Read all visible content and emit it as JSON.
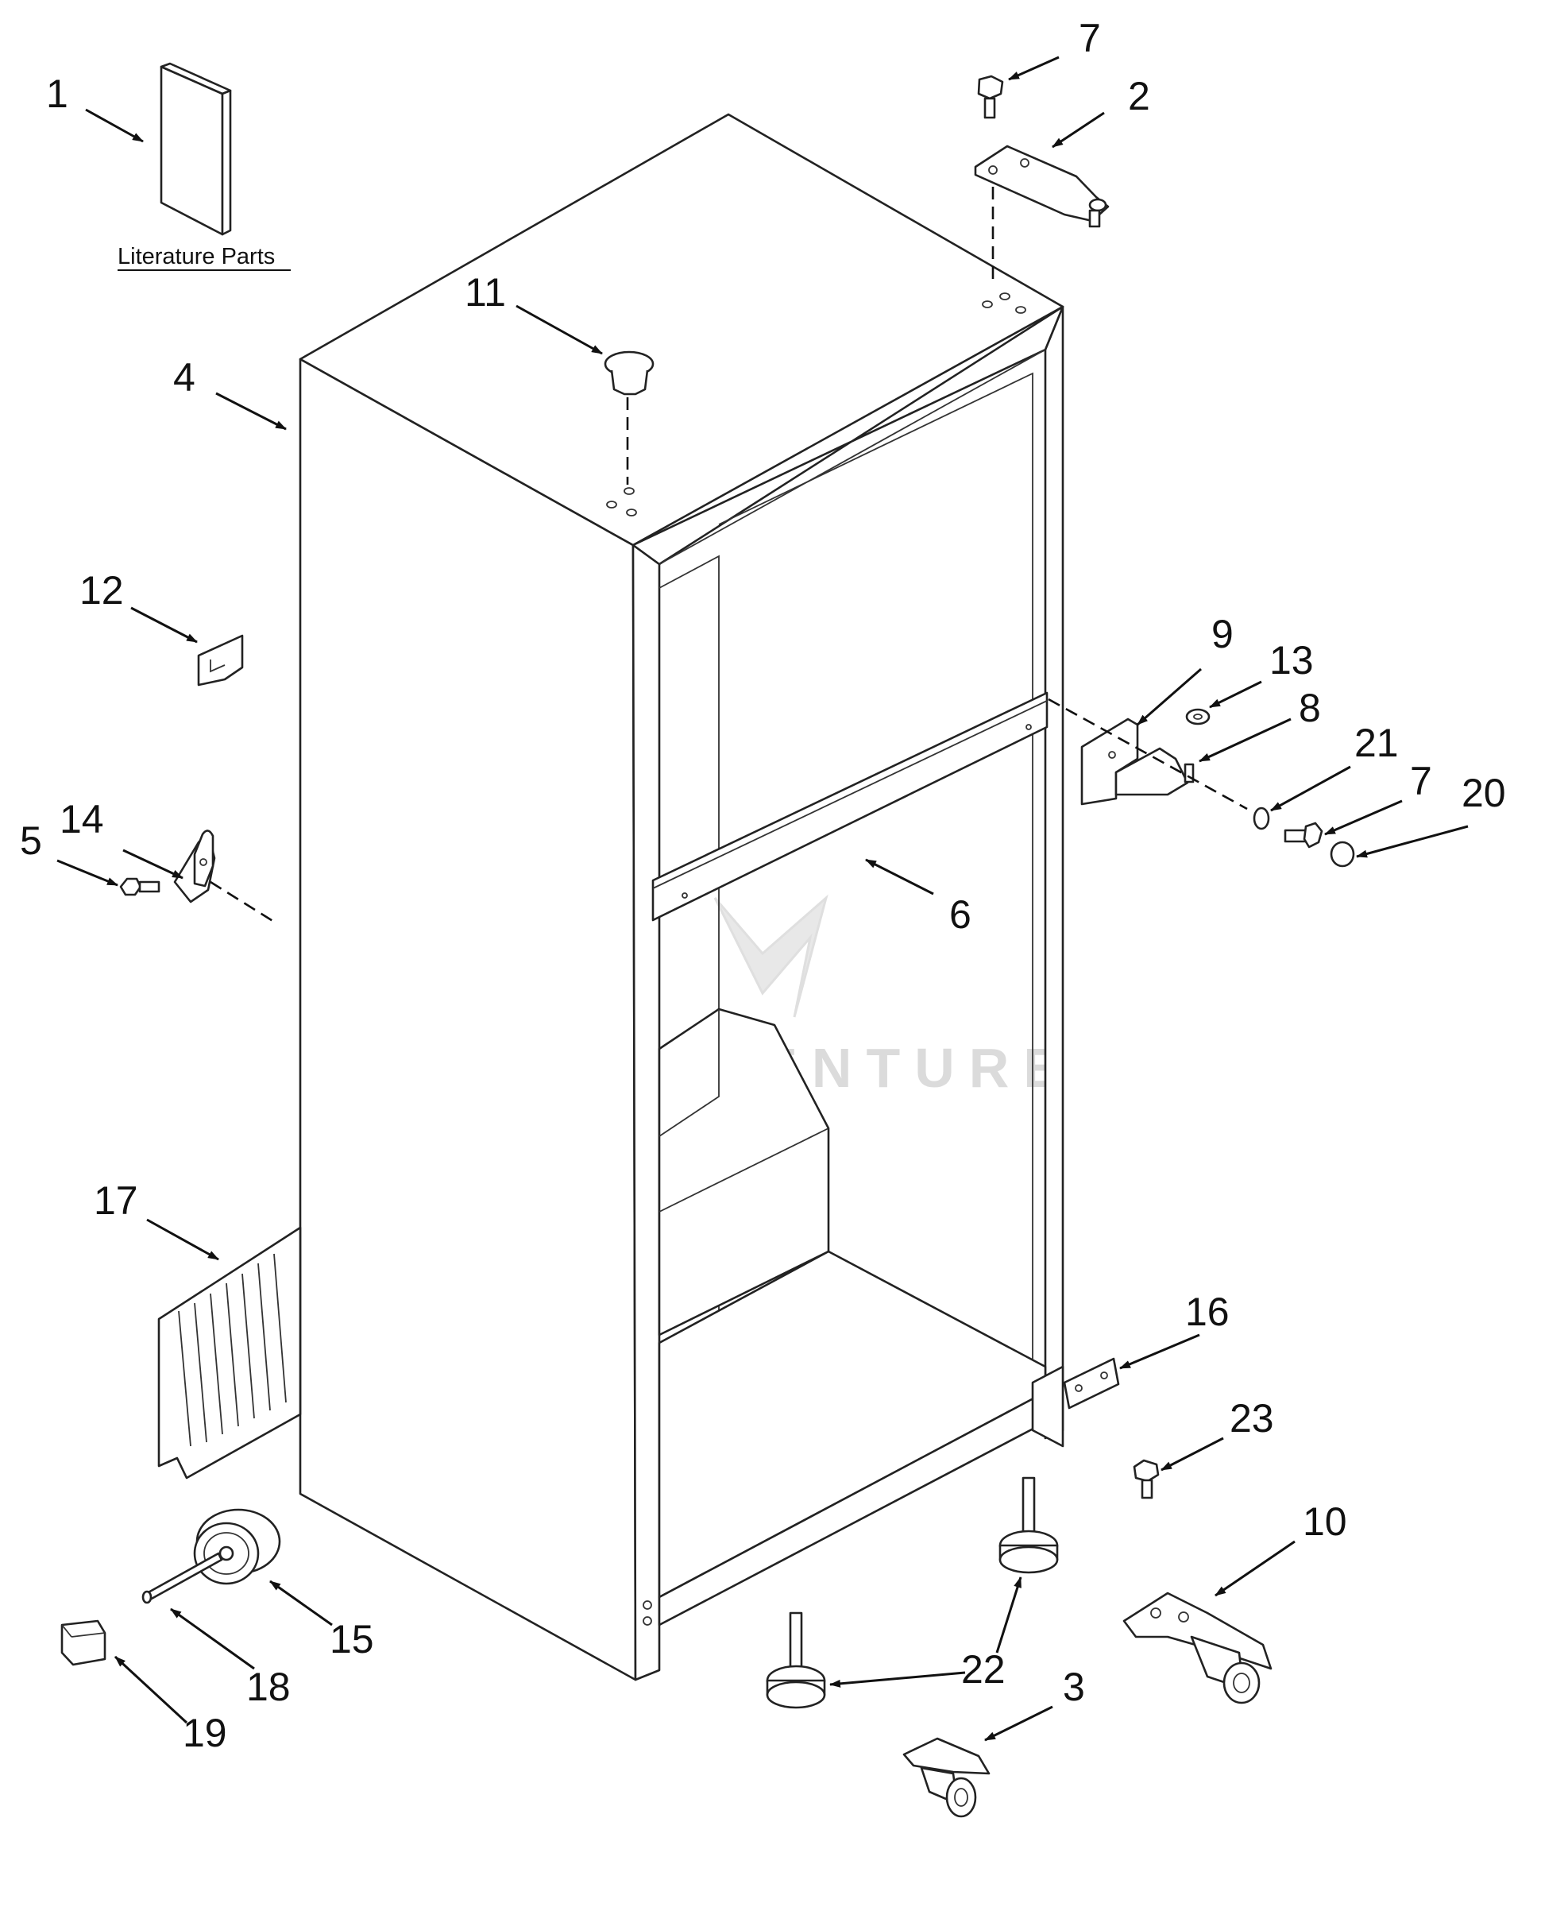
{
  "caption": "Literature Parts",
  "watermark": "LEADVENTURE",
  "callouts": {
    "c1": "1",
    "c2": "2",
    "c3": "3",
    "c4": "4",
    "c5": "5",
    "c6": "6",
    "c7a": "7",
    "c7b": "7",
    "c8": "8",
    "c9": "9",
    "c10": "10",
    "c11": "11",
    "c12": "12",
    "c13": "13",
    "c14": "14",
    "c15": "15",
    "c16": "16",
    "c17": "17",
    "c18": "18",
    "c19": "19",
    "c20": "20",
    "c21": "21",
    "c22": "22",
    "c23": "23"
  },
  "colors": {
    "line": "#222222",
    "text": "#111111",
    "watermark": "#d8d8d8"
  }
}
